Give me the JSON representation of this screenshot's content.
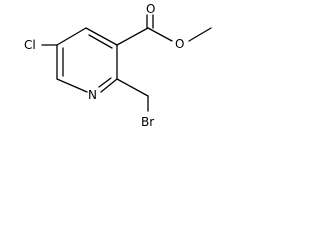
{
  "molecule": {
    "atoms": {
      "carbonyl_oxygen": "O",
      "ester_oxygen": "O",
      "chlorine": "Cl",
      "ring_nitrogen": "N",
      "bromine": "Br"
    },
    "colors": {
      "bond": "#000000",
      "label": "#000000",
      "background": "#ffffff"
    }
  }
}
